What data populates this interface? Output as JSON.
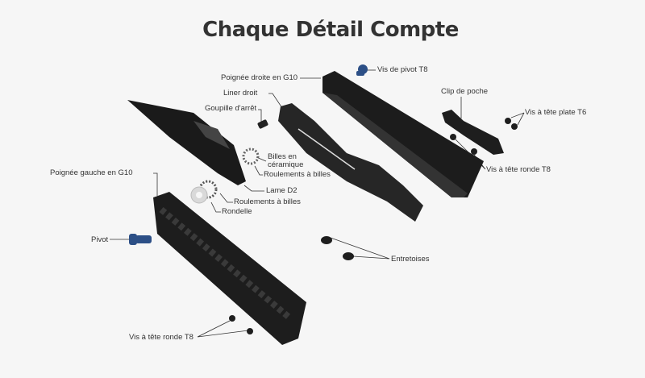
{
  "title": "Chaque Détail Compte",
  "labels": {
    "pivot_screw": "Vis de pivot T8",
    "right_handle": "Poignée droite en G10",
    "right_liner": "Liner droit",
    "pocket_clip": "Clip de poche",
    "flat_screws": "Vis à tête plate T6",
    "stop_pin": "Goupille d'arrêt",
    "ceramic_balls_1": "Billes en",
    "ceramic_balls_2": "céramique",
    "bearings_1": "Roulements à billes",
    "round_screws_right": "Vis à tête ronde T8",
    "left_handle": "Poignée gauche en G10",
    "blade": "Lame D2",
    "bearings_2": "Roulements à billes",
    "washer": "Rondelle",
    "pivot": "Pivot",
    "spacers": "Entretoises",
    "round_screws_bottom": "Vis à tête ronde T8"
  },
  "colors": {
    "part": "#1e1e1e",
    "pivot": "#2c4f86",
    "washer": "#d8d8d8",
    "text": "#333333"
  }
}
